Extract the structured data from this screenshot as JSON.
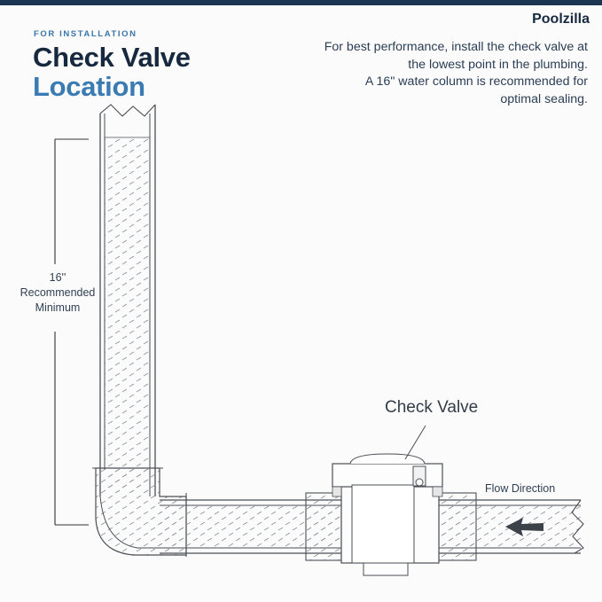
{
  "header": {
    "eyebrow": "FOR INSTALLATION",
    "title_line1": "Check Valve",
    "title_line2": "Location",
    "brand": "Poolzilla"
  },
  "description": {
    "lines": [
      "For best performance, install the check valve at",
      "the lowest point in the plumbing.",
      "A 16\" water column is recommended for",
      "optimal sealing."
    ]
  },
  "diagram": {
    "measurement": {
      "value": "16''",
      "line1": "Recommended",
      "line2": "Minimum"
    },
    "valve_label": "Check Valve",
    "flow_label": "Flow Direction"
  },
  "colors": {
    "header_bar": "#1c3552",
    "title_dark": "#17293f",
    "title_accent": "#3a7bb3",
    "eyebrow": "#3a76a8",
    "line_art": "#4a4f55",
    "arrow": "#3d4248"
  }
}
